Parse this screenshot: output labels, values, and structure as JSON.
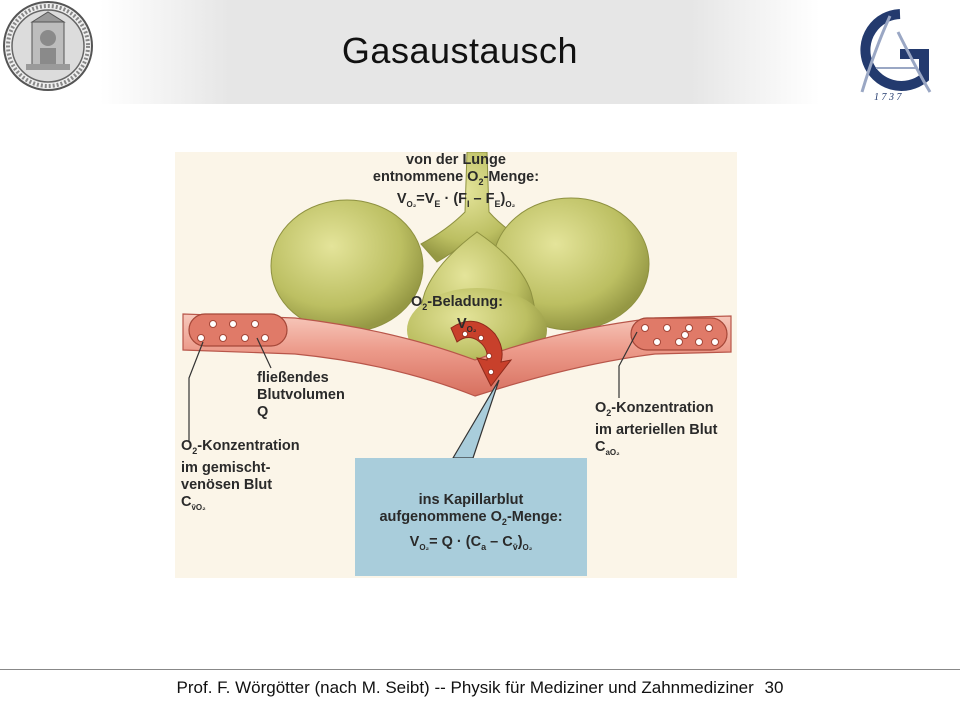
{
  "slide": {
    "title": "Gasaustausch",
    "footer": "Prof. F. Wörgötter (nach M. Seibt) -- Physik für Mediziner und Zahnmediziner",
    "page_number": "30"
  },
  "logos": {
    "seal": "university-seal-icon",
    "gau_logo": "gau-monogram-logo-icon"
  },
  "colors": {
    "vessel": "#e98f80",
    "vessel_light": "#f6c3b6",
    "alveoli": "#c2c46a",
    "arrow": "#c8402b",
    "box": "#a9cddb"
  },
  "labels": {
    "lung_line1": "von der Lunge",
    "lung_line2_pre": "entnommene O",
    "lung_line2_sub": "2",
    "lung_line2_post": "-Menge:",
    "lung_formula_v": "V",
    "lung_formula_vsub": "O₂",
    "lung_formula_eq": "=V",
    "lung_formula_esub": "E",
    "lung_formula_rest": " · (F",
    "lung_formula_isub": "I",
    "lung_formula_minus": " – F",
    "lung_formula_e2sub": "E",
    "lung_formula_close": ")",
    "lung_formula_o2sub": "O₂",
    "loading_pre": "O",
    "loading_sub": "2",
    "loading_post": "-Beladung:",
    "loading_v": "V",
    "loading_vsub": "O₂",
    "flow_line1": "fließendes",
    "flow_line2": "Blutvolumen",
    "flow_q": "Q",
    "venous_line1_pre": "O",
    "venous_line1_sub": "2",
    "venous_line1_post": "-Konzentration",
    "venous_line2": "im gemischt-",
    "venous_line3": "venösen Blut",
    "venous_c": "C",
    "venous_csub": "v̄O₂",
    "arterial_line1_pre": "O",
    "arterial_line1_sub": "2",
    "arterial_line1_post": "-Konzentration",
    "arterial_line2": "im arteriellen Blut",
    "arterial_c": "C",
    "arterial_csub": "aO₂",
    "cap_line1": "ins Kapillarblut",
    "cap_line2_pre": "aufgenommene O",
    "cap_line2_sub": "2",
    "cap_line2_post": "-Menge:",
    "cap_formula_v": "V",
    "cap_formula_vsub": "O₂",
    "cap_formula_eq": "= Q · (C",
    "cap_formula_asub": "a",
    "cap_formula_minus": " – C",
    "cap_formula_vbar": "v̄",
    "cap_formula_close": ")",
    "cap_formula_o2sub": "O₂"
  }
}
